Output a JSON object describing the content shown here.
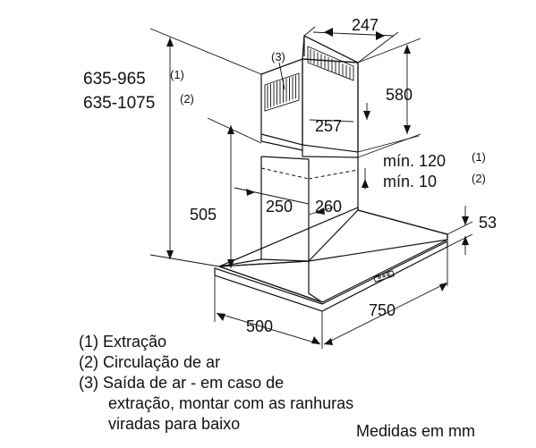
{
  "dimensions": {
    "height_range_1": "635-965",
    "height_range_1_ref": "(1)",
    "height_range_2": "635-1075",
    "height_range_2_ref": "(2)",
    "chimney_width": "247",
    "chimney_upper_height": "580",
    "chimney_upper_depth": "257",
    "chimney_lower_depth": "250",
    "chimney_lower_width": "260",
    "min_extraction": "mín. 120",
    "min_extraction_ref": "(1)",
    "min_circulation": "mín. 10",
    "min_circulation_ref": "(2)",
    "body_height": "505",
    "hood_thickness": "53",
    "hood_depth": "500",
    "hood_width": "750",
    "vent_callout": "(3)"
  },
  "legend": {
    "item1": "(1) Extração",
    "item2": "(2) Circulação de ar",
    "item3_line1": "(3) Saída de ar - em caso de",
    "item3_line2": "extração, montar com as ranhuras",
    "item3_line3": "viradas para baixo"
  },
  "units_note": "Medidas em mm"
}
